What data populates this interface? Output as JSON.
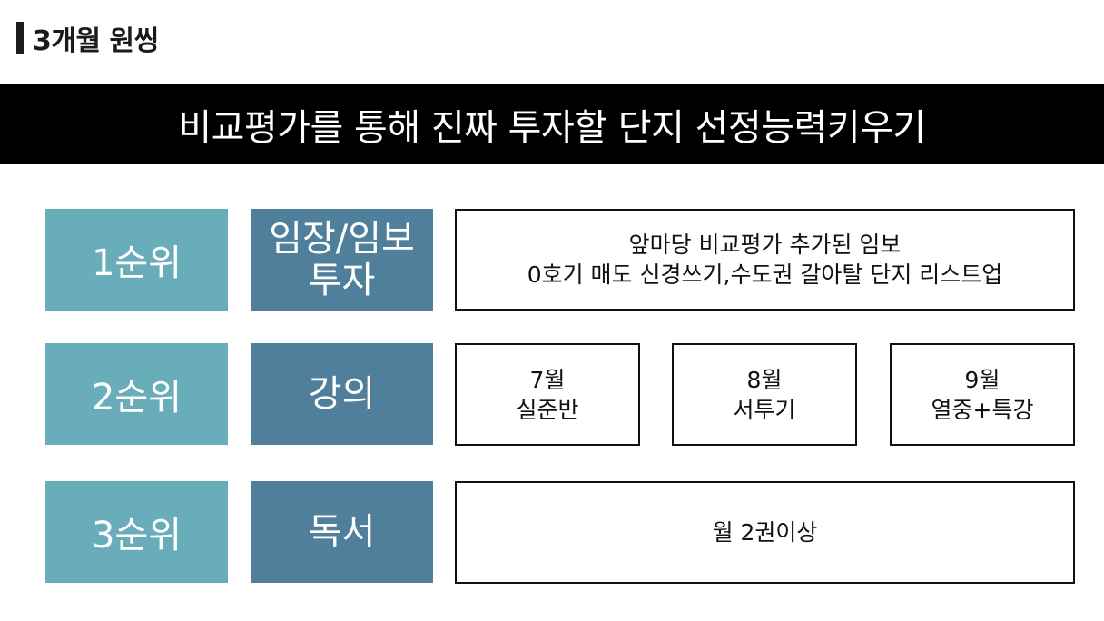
{
  "heading": "3개월 원씽",
  "banner": "비교평가를 통해 진짜 투자할 단지 선정능력키우기",
  "rows": [
    {
      "rank": "1순위",
      "category_lines": [
        "임장/임보",
        "투자"
      ],
      "details": [
        {
          "lines": [
            "앞마당 비교평가 추가된 임보",
            "0호기 매도 신경쓰기,수도권 갈아탈 단지 리스트업"
          ]
        }
      ]
    },
    {
      "rank": "2순위",
      "category_lines": [
        "강의"
      ],
      "details": [
        {
          "lines": [
            "7월",
            "실준반"
          ]
        },
        {
          "lines": [
            "8월",
            "서투기"
          ]
        },
        {
          "lines": [
            "9월",
            "열중+특강"
          ]
        }
      ]
    },
    {
      "rank": "3순위",
      "category_lines": [
        "독서"
      ],
      "details": [
        {
          "lines": [
            "월 2권이상"
          ]
        }
      ]
    }
  ],
  "colors": {
    "rank_bg": "#69adba",
    "category_bg": "#507f9b",
    "banner_bg": "#000000"
  }
}
